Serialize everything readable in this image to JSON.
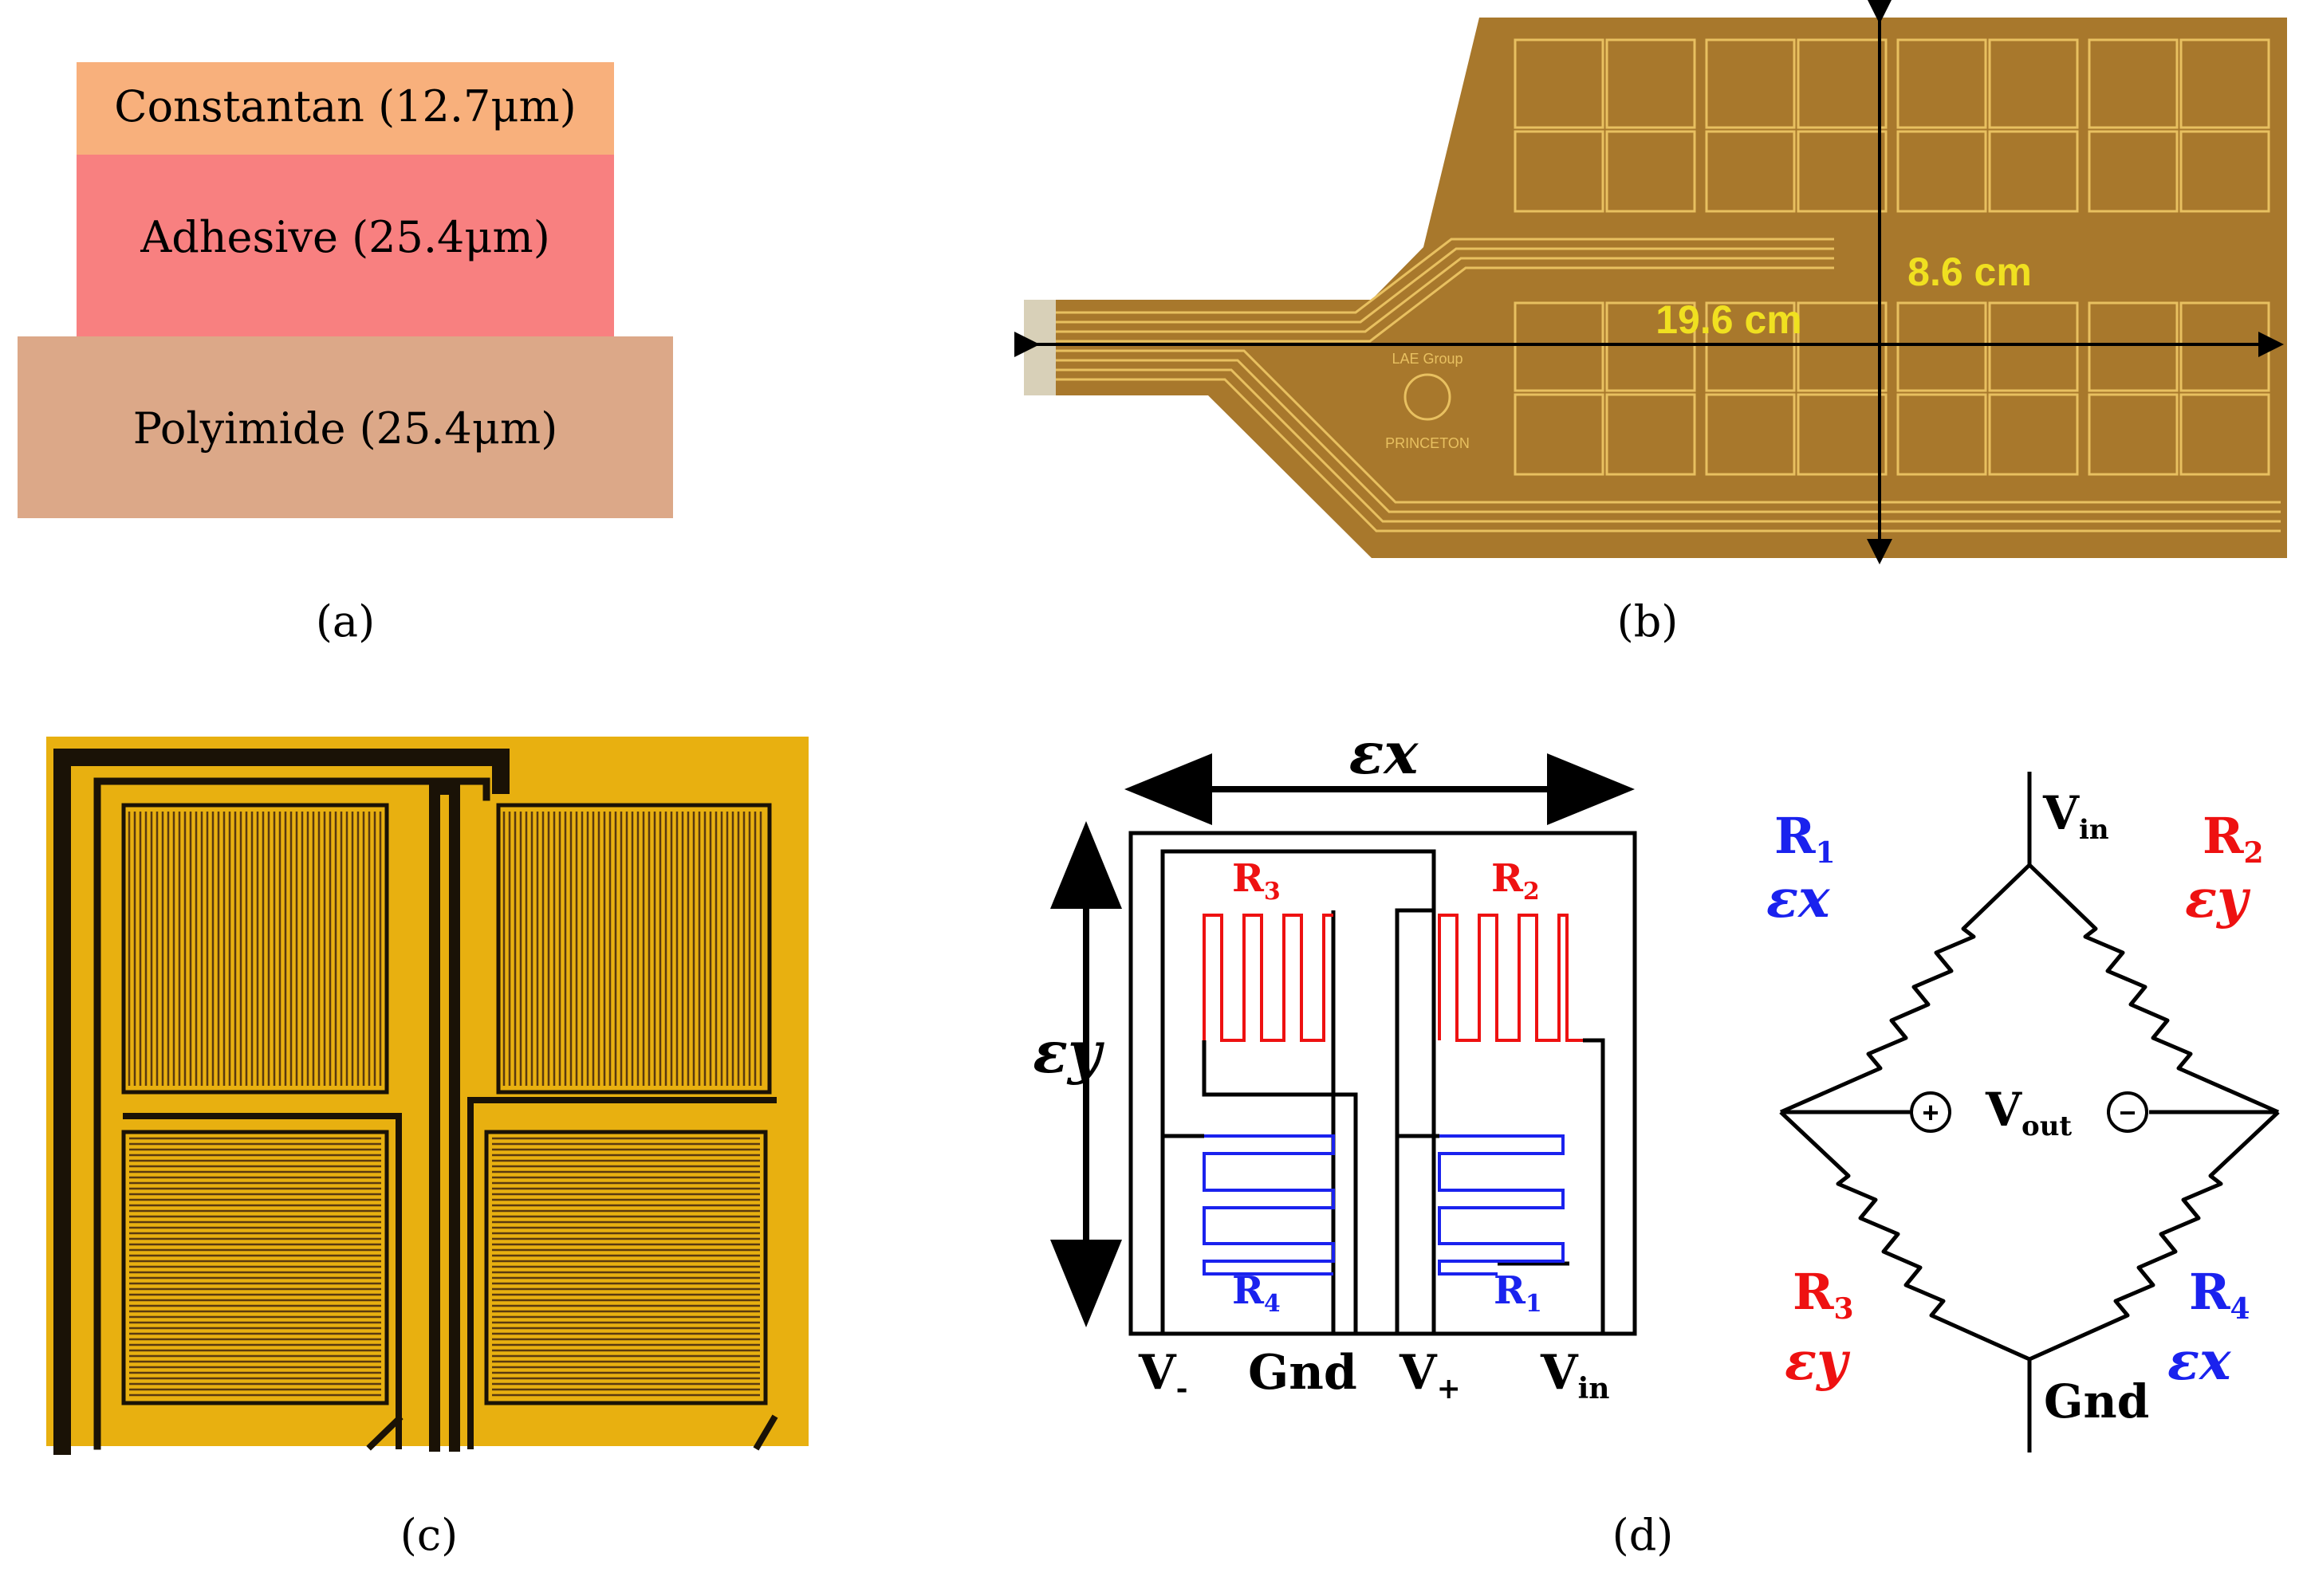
{
  "panel_a": {
    "label": "(a)",
    "layers": [
      {
        "text": "Constantan (12.7μm)",
        "color": "#f8b07c"
      },
      {
        "text": "Adhesive (25.4μm)",
        "color": "#f88080"
      },
      {
        "text": "Polyimide (25.4μm)",
        "color": "#dca888"
      }
    ]
  },
  "panel_b": {
    "label": "(b)",
    "width_label": "19.6 cm",
    "height_label": "8.6 cm",
    "logo_top": "LAE Group",
    "logo_bottom": "PRINCETON",
    "substrate_color": "#a8782c",
    "trace_color": "#e8c060",
    "dimension_text_color": "#f0e020"
  },
  "panel_c": {
    "label": "(c)",
    "background_color": "#e8b010",
    "trace_color": "#1a1206"
  },
  "panel_d": {
    "label": "(d)",
    "layout": {
      "strain_x": "εx",
      "strain_y": "εy",
      "r3": {
        "main": "R",
        "sub": "3"
      },
      "r2": {
        "main": "R",
        "sub": "2"
      },
      "r4": {
        "main": "R",
        "sub": "4"
      },
      "r1": {
        "main": "R",
        "sub": "1"
      },
      "v_minus": {
        "main": "V",
        "sub": "-"
      },
      "gnd": "Gnd",
      "v_plus": {
        "main": "V",
        "sub": "+"
      },
      "v_in": {
        "main": "V",
        "sub": "in"
      }
    },
    "bridge": {
      "r1": {
        "main": "R",
        "sub": "1",
        "strain": "εx"
      },
      "r2": {
        "main": "R",
        "sub": "2",
        "strain": "εy"
      },
      "r3": {
        "main": "R",
        "sub": "3",
        "strain": "εy"
      },
      "r4": {
        "main": "R",
        "sub": "4",
        "strain": "εx"
      },
      "v_in": {
        "main": "V",
        "sub": "in"
      },
      "v_out": {
        "main": "V",
        "sub": "out"
      },
      "gnd": "Gnd",
      "plus": "+",
      "minus": "−"
    },
    "colors": {
      "red": "#ee1111",
      "blue": "#1a22ee",
      "black": "#000000"
    }
  }
}
